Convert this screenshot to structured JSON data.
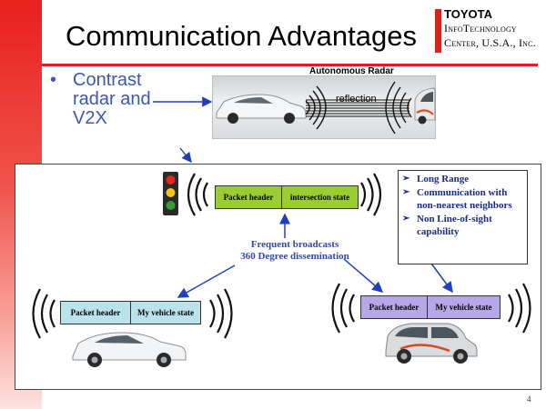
{
  "slide": {
    "title": "Communication Advantages",
    "page_number": "4"
  },
  "logo": {
    "brand": "TOYOTA",
    "line1": "InfoTechnology",
    "line2": "Center, U.S.A., Inc."
  },
  "bullet": {
    "marker": "•",
    "text": "Contrast radar and V2X"
  },
  "radar": {
    "caption": "Autonomous Radar",
    "reflection_label": "reflection"
  },
  "packets": {
    "intersection": {
      "header": "Packet header",
      "state": "intersection state",
      "color": "#9acd32"
    },
    "left_vehicle": {
      "header": "Packet header",
      "state": "My vehicle state",
      "color": "#b9e2ea"
    },
    "right_vehicle": {
      "header": "Packet header",
      "state": "My vehicle state",
      "color": "#b7a6e8"
    }
  },
  "broadcast": {
    "line1": "Frequent broadcasts",
    "line2": "360 Degree dissemination"
  },
  "features": {
    "marker": "➢",
    "items": [
      "Long Range",
      "Communication with non-nearest neighbors",
      "Non Line-of-sight capability"
    ]
  },
  "colors": {
    "accent_red": "#d8231c",
    "bullet_blue": "#3a56b8",
    "arrow_blue": "#1f3fbf",
    "text_navy": "#1a2a8c"
  }
}
